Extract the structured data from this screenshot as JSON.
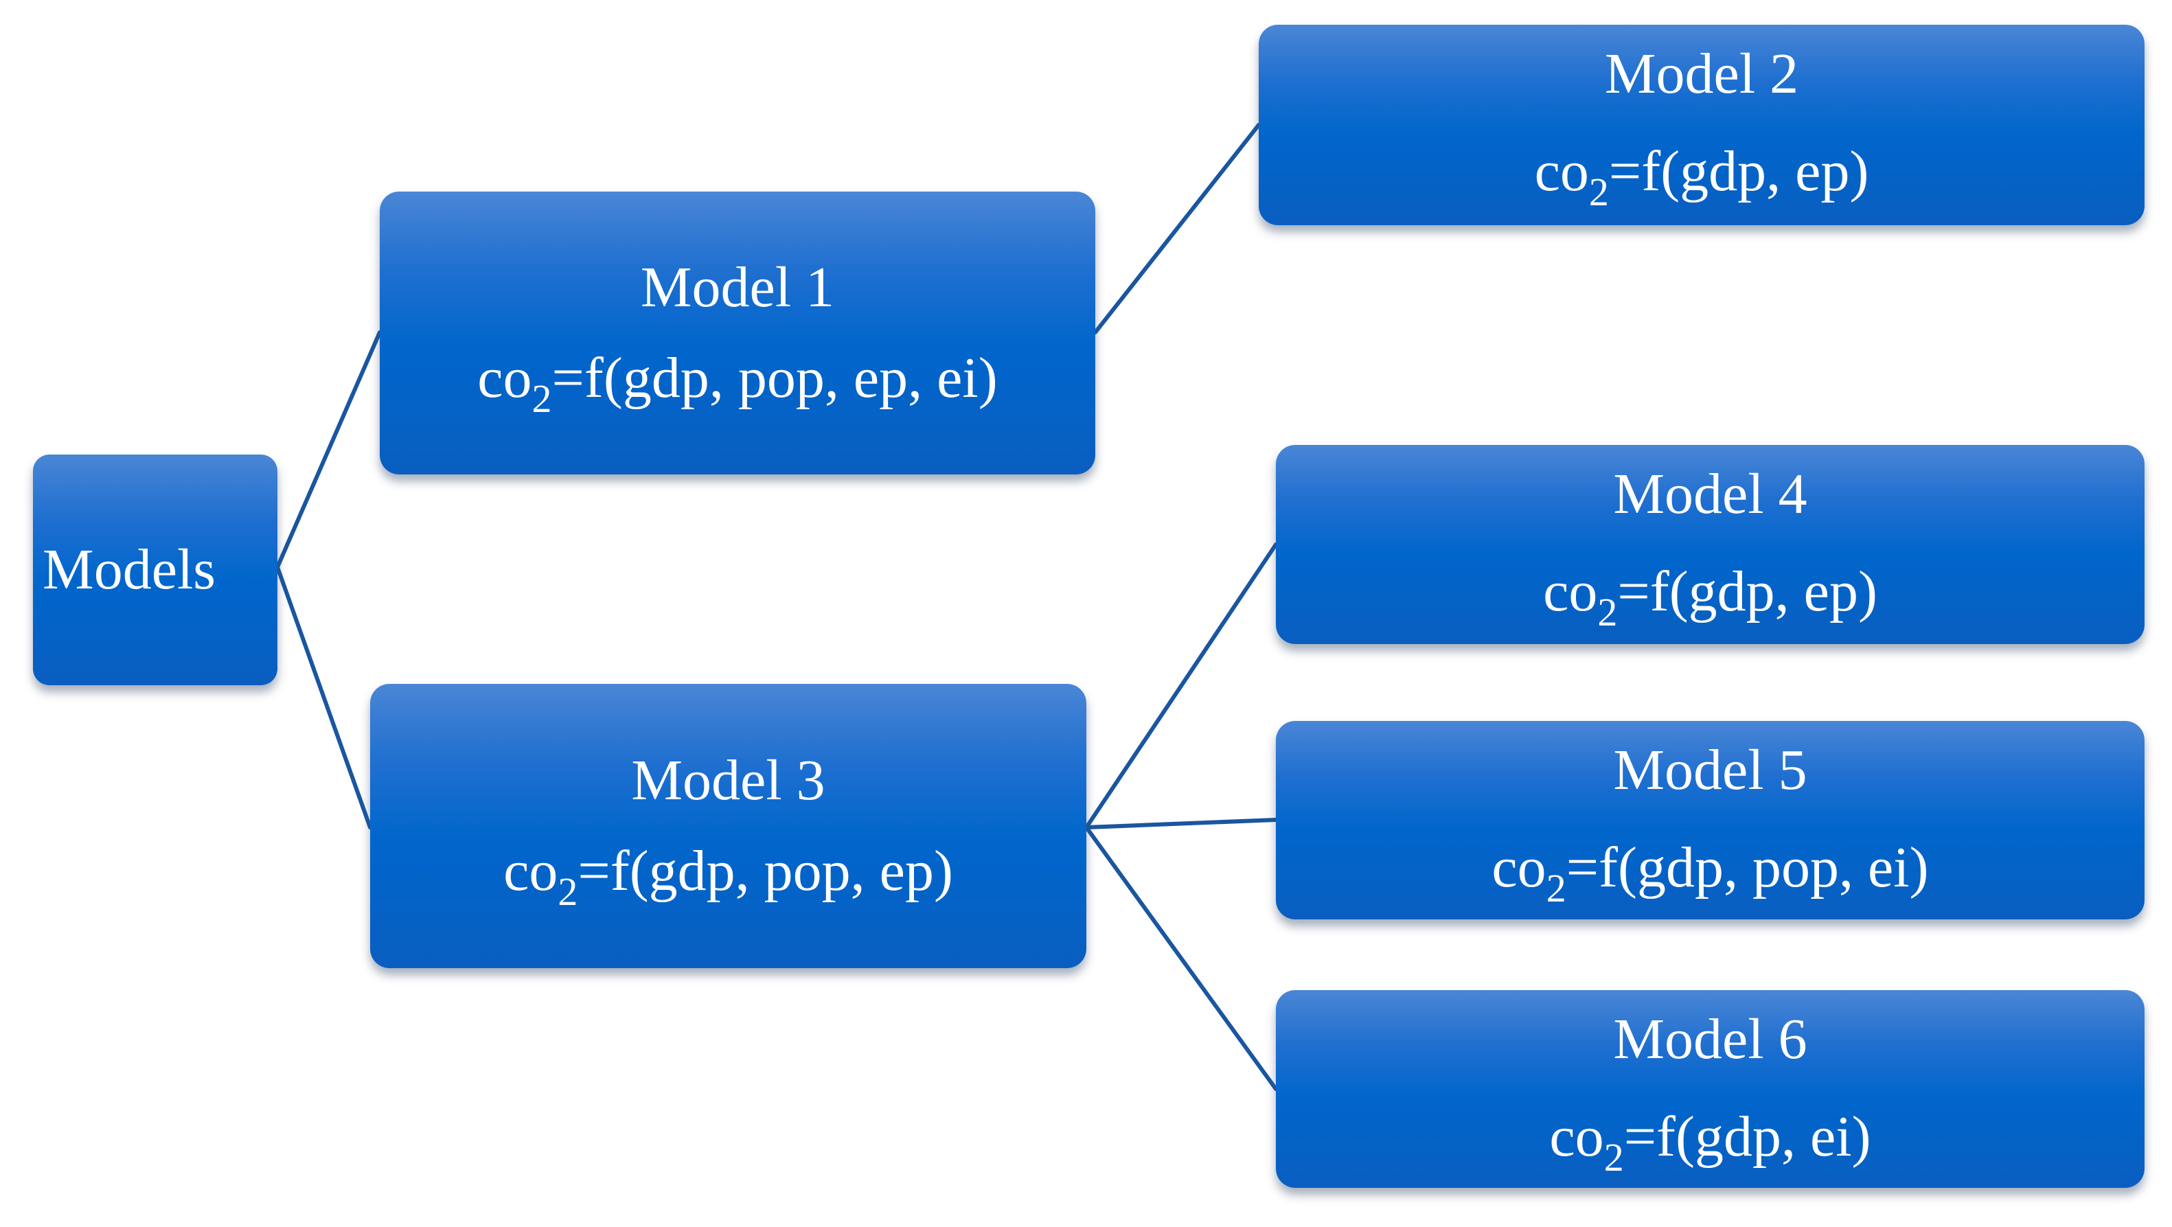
{
  "diagram": {
    "root": {
      "label": "Models"
    },
    "nodes": [
      {
        "id": "m1",
        "title": "Model 1",
        "formula_prefix": "co",
        "formula_sub": "2",
        "formula_rest": "=f(gdp, pop, ep, ei)"
      },
      {
        "id": "m2",
        "title": "Model 2",
        "formula_prefix": "co",
        "formula_sub": "2",
        "formula_rest": "=f(gdp, ep)"
      },
      {
        "id": "m3",
        "title": "Model 3",
        "formula_prefix": "co",
        "formula_sub": "2",
        "formula_rest": "=f(gdp, pop, ep)"
      },
      {
        "id": "m4",
        "title": "Model 4",
        "formula_prefix": "co",
        "formula_sub": "2",
        "formula_rest": "=f(gdp, ep)"
      },
      {
        "id": "m5",
        "title": "Model 5",
        "formula_prefix": "co",
        "formula_sub": "2",
        "formula_rest": "=f(gdp, pop, ei)"
      },
      {
        "id": "m6",
        "title": "Model 6",
        "formula_prefix": "co",
        "formula_sub": "2",
        "formula_rest": "=f(gdp, ei)"
      }
    ],
    "edges": [
      {
        "from": "root",
        "to": "m1"
      },
      {
        "from": "root",
        "to": "m3"
      },
      {
        "from": "m1",
        "to": "m2"
      },
      {
        "from": "m3",
        "to": "m4"
      },
      {
        "from": "m3",
        "to": "m5"
      },
      {
        "from": "m3",
        "to": "m6"
      }
    ],
    "colors": {
      "box_fill": "#0066cc",
      "box_text": "#ffffff",
      "connector": "#1a56a0"
    }
  }
}
